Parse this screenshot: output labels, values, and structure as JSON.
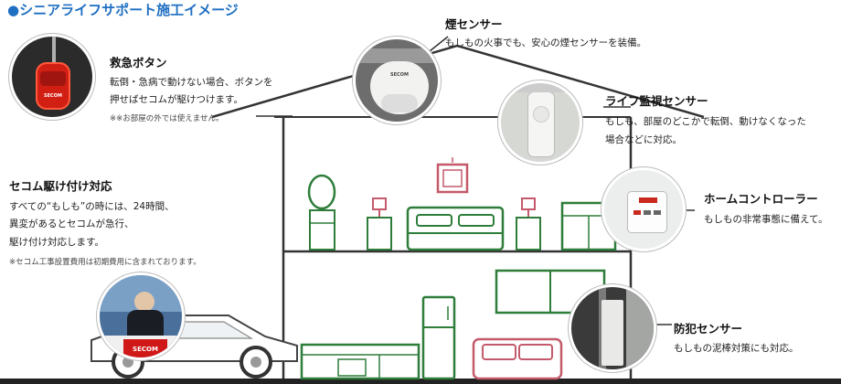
{
  "page_title": "●シニアライフサポート施工イメージ",
  "callouts": {
    "emergency": {
      "heading": "救急ボタン",
      "line1": "転倒・急病で動けない場合、ボタンを",
      "line2": "押せばセコムが駆けつけます。",
      "note": "※※お部屋の外では使えません。"
    },
    "smoke": {
      "heading": "煙センサー",
      "line1": "もしもの火事でも、安心の煙センサーを装備。"
    },
    "life": {
      "heading": "ライフ監視センサー",
      "line1": "もしも、部屋のどこかで転倒、動けなくなった",
      "line2": "場合などに対応。"
    },
    "home": {
      "heading": "ホームコントローラー",
      "line1": "もしもの非常事態に備えて。"
    },
    "secom": {
      "heading": "セコム駆け付け対応",
      "line1": "すべての“もしも”の時には、24時間、",
      "line2": "異変があるとセコムが急行、",
      "line3": "駆け付け対応します。",
      "note": "※セコム工事設置費用は初期費用に含まれております。"
    },
    "security": {
      "heading": "防犯センサー",
      "line1": "もしもの泥棒対策にも対応。"
    }
  },
  "photo_labels": {
    "keyfob_brand": "SECOM",
    "smoke_brand": "SECOM",
    "car_logo": "SECOM"
  },
  "colors": {
    "title_blue": "#1f6fc2",
    "line_gray": "#333333",
    "furniture_green": "#2e7d3a",
    "furniture_pink": "#c45a6a",
    "secom_red": "#d01818"
  }
}
